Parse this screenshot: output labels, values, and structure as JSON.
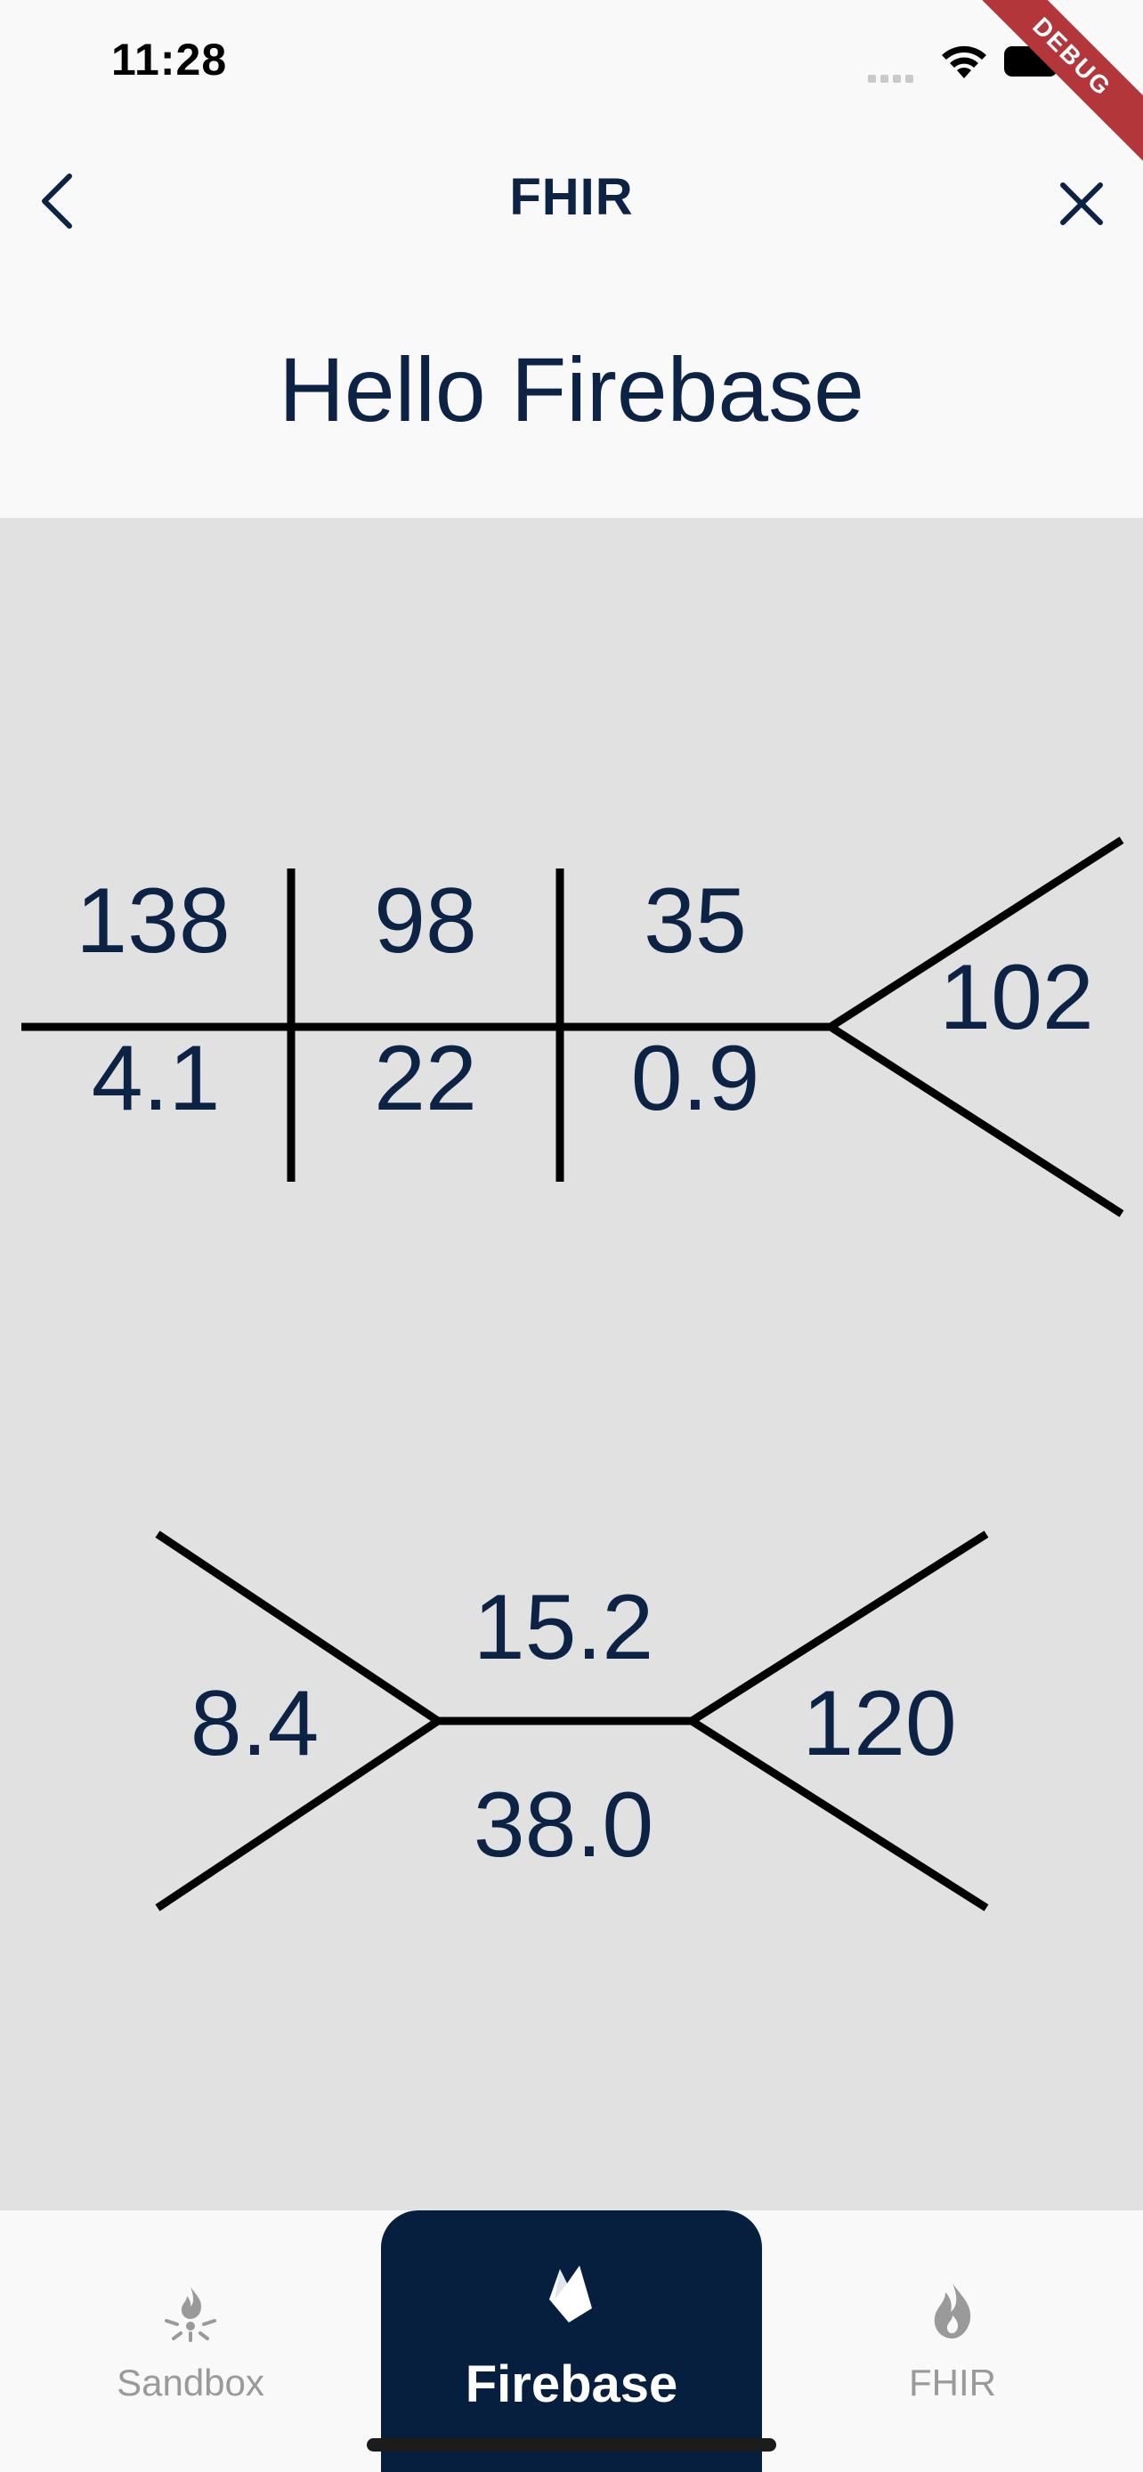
{
  "status_bar": {
    "time": "11:28"
  },
  "debug_banner": "DEBUG",
  "nav": {
    "title": "FHIR"
  },
  "page": {
    "title": "Hello Firebase"
  },
  "bmp_diagram": {
    "top_row": [
      "138",
      "98",
      "35"
    ],
    "bottom_row": [
      "4.1",
      "22",
      "0.9"
    ],
    "right_value": "102"
  },
  "cbc_diagram": {
    "left_value": "8.4",
    "top_value": "15.2",
    "bottom_value": "38.0",
    "right_value": "120"
  },
  "tabbar": {
    "tabs": [
      {
        "label": "Sandbox",
        "icon": "campfire-icon",
        "active": false
      },
      {
        "label": "Firebase",
        "icon": "firebase-icon",
        "active": true
      },
      {
        "label": "FHIR",
        "icon": "flame-icon",
        "active": false
      }
    ]
  },
  "colors": {
    "primary": "#0c2346",
    "active_tab": "#061f3f",
    "panel": "#e1e1e1"
  }
}
